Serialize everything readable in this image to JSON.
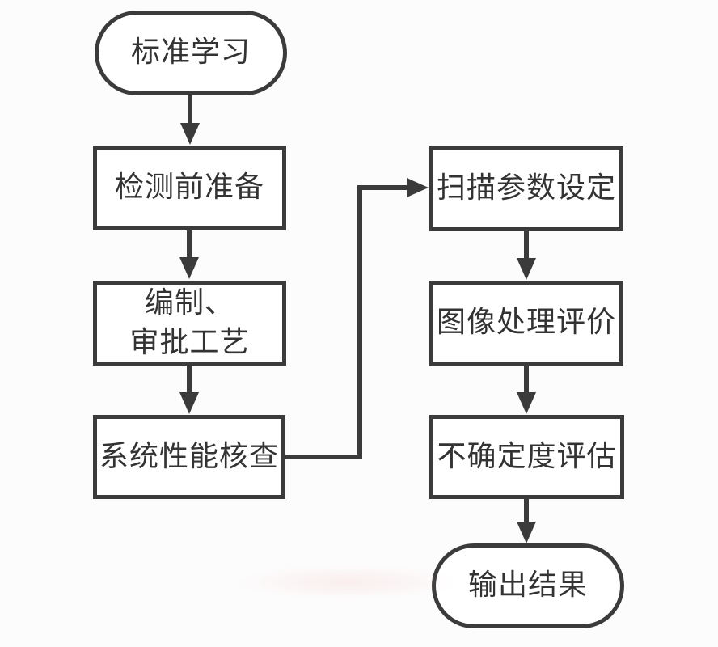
{
  "diagram": {
    "type": "flowchart",
    "colors": {
      "stroke": "#3b3b3b",
      "text": "#333333",
      "node_fill": "#ffffff",
      "background": "#fcfcfc"
    },
    "nodes": [
      {
        "id": "start",
        "shape": "stadium",
        "label": "标准学习"
      },
      {
        "id": "pre-test-preparation",
        "shape": "rect",
        "label": "检测前准备"
      },
      {
        "id": "compile-approve-process",
        "shape": "rect",
        "label": "编制、\n审批工艺"
      },
      {
        "id": "system-performance-check",
        "shape": "rect",
        "label": "系统性能核查"
      },
      {
        "id": "scan-parameter-setting",
        "shape": "rect",
        "label": "扫描参数设定"
      },
      {
        "id": "image-processing-evaluation",
        "shape": "rect",
        "label": "图像处理评价"
      },
      {
        "id": "uncertainty-evaluation",
        "shape": "rect",
        "label": "不确定度评估"
      },
      {
        "id": "output-result",
        "shape": "stadium",
        "label": "输出结果"
      }
    ],
    "edges": [
      {
        "from": "start",
        "to": "pre-test-preparation",
        "style": "straight-down-arrow"
      },
      {
        "from": "pre-test-preparation",
        "to": "compile-approve-process",
        "style": "straight-down-arrow"
      },
      {
        "from": "compile-approve-process",
        "to": "system-performance-check",
        "style": "straight-down-arrow"
      },
      {
        "from": "system-performance-check",
        "to": "scan-parameter-setting",
        "style": "elbow-right-up-right-arrow"
      },
      {
        "from": "scan-parameter-setting",
        "to": "image-processing-evaluation",
        "style": "straight-down-arrow"
      },
      {
        "from": "image-processing-evaluation",
        "to": "uncertainty-evaluation",
        "style": "straight-down-arrow"
      },
      {
        "from": "uncertainty-evaluation",
        "to": "output-result",
        "style": "straight-down-arrow"
      }
    ]
  }
}
